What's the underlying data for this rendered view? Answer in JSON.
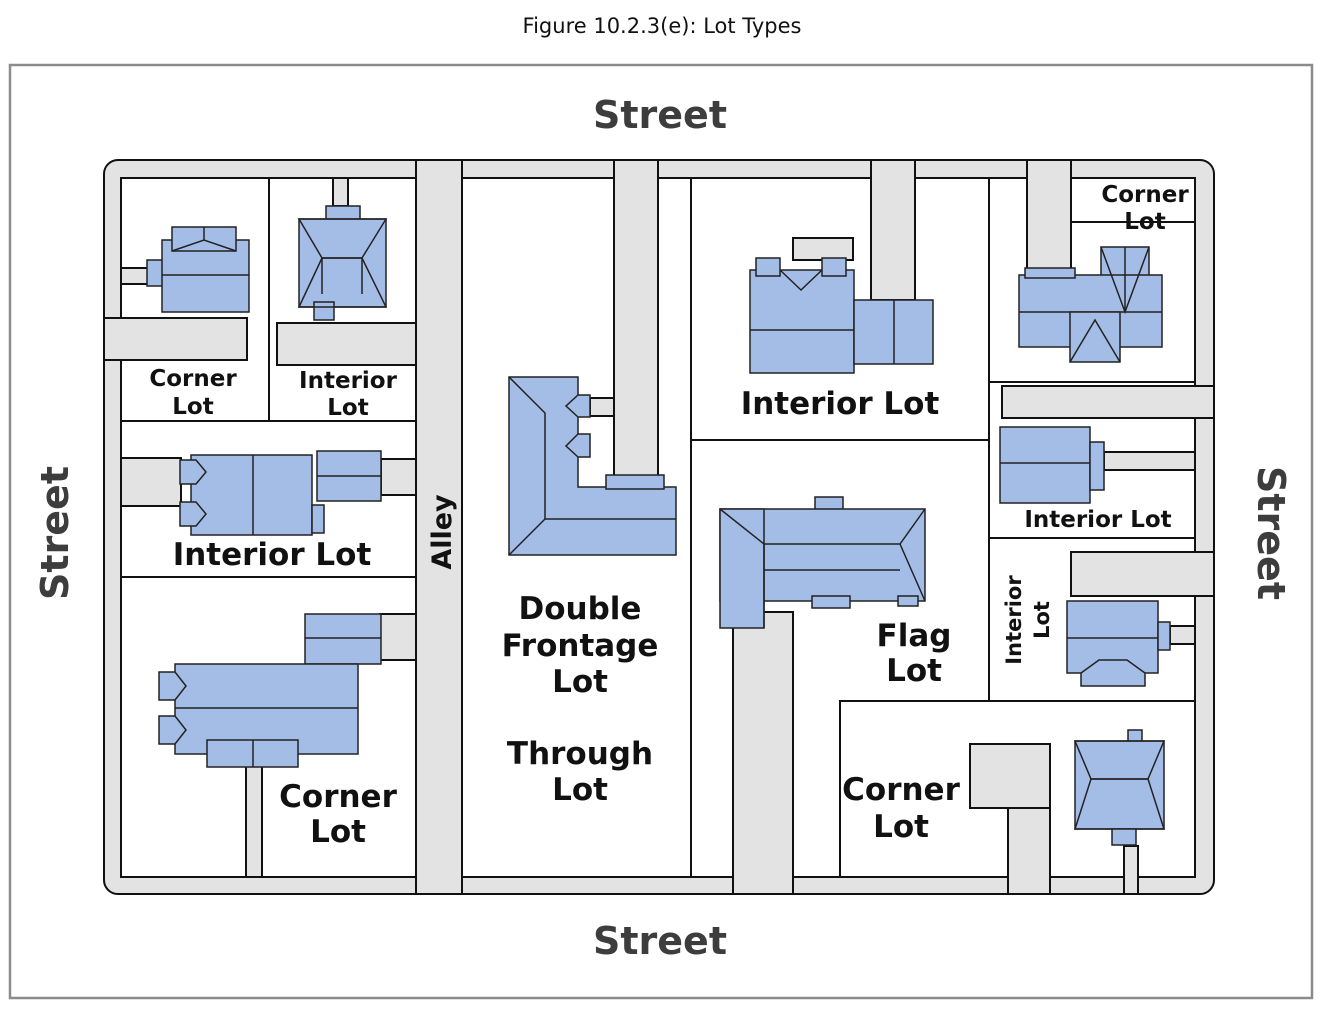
{
  "figure_title": "Figure 10.2.3(e): Lot Types",
  "streets": {
    "top": "Street",
    "bottom": "Street",
    "left": "Street",
    "right": "Street"
  },
  "alley": "Alley",
  "lots": {
    "nw_corner": [
      "Corner",
      "Lot"
    ],
    "nw_interior": [
      "Interior",
      "Lot"
    ],
    "w_interior": "Interior Lot",
    "sw_corner": [
      "Corner",
      "Lot"
    ],
    "double_frontage": [
      "Double",
      "Frontage",
      "Lot"
    ],
    "through": [
      "Through",
      "Lot"
    ],
    "n_interior": "Interior Lot",
    "flag": [
      "Flag",
      "Lot"
    ],
    "se_corner": [
      "Corner",
      "Lot"
    ],
    "ne_corner": [
      "Corner",
      "Lot"
    ],
    "e_interior": "Interior Lot",
    "e_interior_rotated": [
      "Interior",
      "Lot"
    ]
  },
  "colors": {
    "house_fill": "#a4bde7",
    "house_stroke": "#222222",
    "pavement": "#e3e3e3",
    "outline": "#111111",
    "frame": "#8c8c8c"
  }
}
